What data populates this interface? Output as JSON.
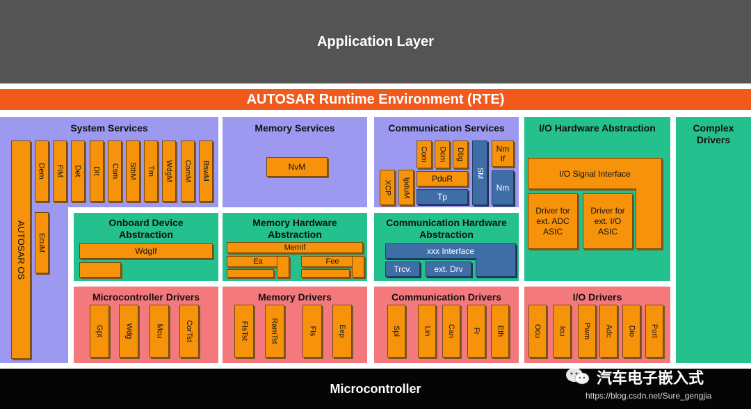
{
  "layers": {
    "application": "Application Layer",
    "rte": "AUTOSAR Runtime Environment (RTE)",
    "microcontroller": "Microcontroller"
  },
  "system_services": {
    "title": "System Services",
    "os": "AUTOSAR OS",
    "ecum": "EcuM",
    "modules": [
      "Dem",
      "FiM",
      "Det",
      "Dlt",
      "Csm",
      "StbM",
      "Tm",
      "WdgM",
      "ComM",
      "BswM"
    ]
  },
  "memory_services": {
    "title": "Memory Services",
    "nvm": "NvM"
  },
  "communication_services": {
    "title": "Communication Services",
    "xcp": "XCP",
    "ipdum": "IpduM",
    "com": "Com",
    "dcm": "Dcm",
    "dbg": "Dbg",
    "pdur": "PduR",
    "tp": "Tp",
    "sm": "SM",
    "nm_if": "Nm If",
    "nm": "Nm"
  },
  "io_hw_abstraction": {
    "title": "I/O Hardware Abstraction",
    "signal_interface": "I/O Signal Interface",
    "driver_adc": "Driver for ext. ADC ASIC",
    "driver_io": "Driver for ext. I/O ASIC"
  },
  "complex_drivers": {
    "title": "Complex Drivers"
  },
  "onboard_device_abstraction": {
    "title": "Onboard Device Abstraction",
    "wdgif": "WdgIf"
  },
  "memory_hw_abstraction": {
    "title": "Memory Hardware Abstraction",
    "memif": "MemIf",
    "ea": "Ea",
    "fee": "Fee"
  },
  "communication_hw_abstraction": {
    "title": "Communication Hardware Abstraction",
    "xxx_interface": "xxx Interface",
    "trcv": "Trcv.",
    "ext_drv": "ext. Drv"
  },
  "microcontroller_drivers": {
    "title": "Microcontroller Drivers",
    "modules": [
      "Gpt",
      "Wdg",
      "Mcu",
      "CorTst"
    ]
  },
  "memory_drivers": {
    "title": "Memory Drivers",
    "modules": [
      "FlsTst",
      "RamTst",
      "Fls",
      "Eep"
    ]
  },
  "communication_drivers": {
    "title": "Communication Drivers",
    "modules": [
      "Spi",
      "Lin",
      "Can",
      "Fr",
      "Eth"
    ]
  },
  "io_drivers": {
    "title": "I/O Drivers",
    "modules": [
      "Ocu",
      "Icu",
      "Pwm",
      "Adc",
      "Dio",
      "Port"
    ]
  },
  "watermark": {
    "text": "汽车电子嵌入式",
    "url": "https://blog.csdn.net/Sure_gengjia"
  },
  "colors": {
    "application": "#545454",
    "rte": "#f25a1d",
    "services": "#9d99f0",
    "abstraction": "#24c08e",
    "drivers": "#f4797c",
    "module": "#f6930b",
    "module_blue": "#3f6ea7"
  }
}
